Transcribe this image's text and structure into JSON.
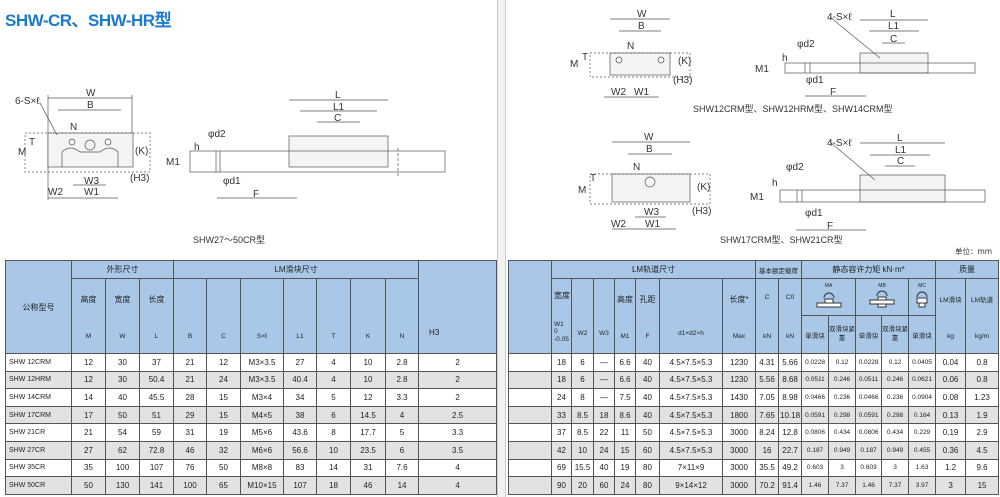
{
  "title": "SHW-CR、SHW-HR型",
  "labels": {
    "W": "W",
    "B": "B",
    "N": "N",
    "T": "T",
    "M": "M",
    "K": "(K)",
    "H3": "(H3)",
    "W1": "W1",
    "W2": "W2",
    "W3": "W3",
    "L": "L",
    "L1": "L1",
    "C": "C",
    "d2": "φd2",
    "d1": "φd1",
    "h": "h",
    "M1": "M1",
    "F": "F",
    "S6": "6-S×ℓ",
    "S4": "4-S×ℓ"
  },
  "captions": {
    "left": "SHW27～50CR型",
    "right_top": "SHW12CRM型、SHW12HRM型、SHW14CRM型",
    "right_bottom": "SHW17CRM型、SHW21CR型"
  },
  "unit": "单位：mm",
  "left_table": {
    "h_model": "公称型号",
    "h_outer": "外形尺寸",
    "h_block": "LM滑块尺寸",
    "h_height": "高度",
    "h_width": "宽度",
    "h_length": "长度",
    "cols": [
      "M",
      "W",
      "L",
      "B",
      "C",
      "S×ℓ",
      "L1",
      "T",
      "K",
      "N",
      "H3"
    ],
    "rows": [
      [
        "SHW 12CRM",
        "12",
        "30",
        "37",
        "21",
        "12",
        "M3×3.5",
        "27",
        "4",
        "10",
        "2.8",
        "2"
      ],
      [
        "SHW 12HRM",
        "12",
        "30",
        "50.4",
        "21",
        "24",
        "M3×3.5",
        "40.4",
        "4",
        "10",
        "2.8",
        "2"
      ],
      [
        "SHW 14CRM",
        "14",
        "40",
        "45.5",
        "28",
        "15",
        "M3×4",
        "34",
        "5",
        "12",
        "3.3",
        "2"
      ],
      [
        "SHW 17CRM",
        "17",
        "50",
        "51",
        "29",
        "15",
        "M4×5",
        "38",
        "6",
        "14.5",
        "4",
        "2.5"
      ],
      [
        "SHW 21CR",
        "21",
        "54",
        "59",
        "31",
        "19",
        "M5×6",
        "43.6",
        "8",
        "17.7",
        "5",
        "3.3"
      ],
      [
        "SHW 27CR",
        "27",
        "62",
        "72.8",
        "46",
        "32",
        "M6×6",
        "56.6",
        "10",
        "23.5",
        "6",
        "3.5"
      ],
      [
        "SHW 35CR",
        "35",
        "100",
        "107",
        "76",
        "50",
        "M8×8",
        "83",
        "14",
        "31",
        "7.6",
        "4"
      ],
      [
        "SHW 50CR",
        "50",
        "130",
        "141",
        "100",
        "65",
        "M10×15",
        "107",
        "18",
        "46",
        "14",
        "4"
      ]
    ]
  },
  "right_table": {
    "h_rail": "LM轨道尺寸",
    "h_load": "基本额定载荷",
    "h_moment": "静态容许力矩 kN·m*",
    "h_mass": "质量",
    "h_width": "宽度",
    "w1": "W1",
    "w1_tol_top": "0",
    "w1_tol_bot": "-0.05",
    "w2": "W2",
    "w3": "W3",
    "h_height": "高度",
    "m1": "M1",
    "h_pitch": "孔距",
    "f": "F",
    "d": "d1×d2×h",
    "h_len": "长度*",
    "max": "Max",
    "c": "C",
    "c0": "C0",
    "kn": "kN",
    "ma": "MA",
    "mb": "MB",
    "mc": "MC",
    "single": "单滑块",
    "double": "双滑块紧靠",
    "lm_block": "LM滑块",
    "lm_rail": "LM轨道",
    "kg": "kg",
    "kgm": "kg/m",
    "rows": [
      [
        "18",
        "6",
        "—",
        "6.6",
        "40",
        "4.5×7.5×5.3",
        "1230",
        "4.31",
        "5.66",
        "0.0228",
        "0.12",
        "0.0228",
        "0.12",
        "0.0405",
        "0.04",
        "0.8"
      ],
      [
        "18",
        "6",
        "—",
        "6.6",
        "40",
        "4.5×7.5×5.3",
        "1230",
        "5.56",
        "8.68",
        "0.0511",
        "0.246",
        "0.0511",
        "0.246",
        "0.0621",
        "0.06",
        "0.8"
      ],
      [
        "24",
        "8",
        "—",
        "7.5",
        "40",
        "4.5×7.5×5.3",
        "1430",
        "7.05",
        "8.98",
        "0.0466",
        "0.236",
        "0.0466",
        "0.236",
        "0.0904",
        "0.08",
        "1.23"
      ],
      [
        "33",
        "8.5",
        "18",
        "8.6",
        "40",
        "4.5×7.5×5.3",
        "1800",
        "7.65",
        "10.18",
        "0.0591",
        "0.298",
        "0.0591",
        "0.298",
        "0.164",
        "0.13",
        "1.9"
      ],
      [
        "37",
        "8.5",
        "22",
        "11",
        "50",
        "4.5×7.5×5.3",
        "3000",
        "8.24",
        "12.8",
        "0.0806",
        "0.434",
        "0.0806",
        "0.434",
        "0.229",
        "0.19",
        "2.9"
      ],
      [
        "42",
        "10",
        "24",
        "15",
        "60",
        "4.5×7.5×5.3",
        "3000",
        "16",
        "22.7",
        "0.187",
        "0.949",
        "0.187",
        "0.949",
        "0.455",
        "0.36",
        "4.5"
      ],
      [
        "69",
        "15.5",
        "40",
        "19",
        "80",
        "7×11×9",
        "3000",
        "35.5",
        "49.2",
        "0.603",
        "3",
        "0.603",
        "3",
        "1.63",
        "1.2",
        "9.6"
      ],
      [
        "90",
        "20",
        "60",
        "24",
        "80",
        "9×14×12",
        "3000",
        "70.2",
        "91.4",
        "1.46",
        "7.37",
        "1.46",
        "7.37",
        "3.97",
        "3",
        "15"
      ]
    ]
  }
}
